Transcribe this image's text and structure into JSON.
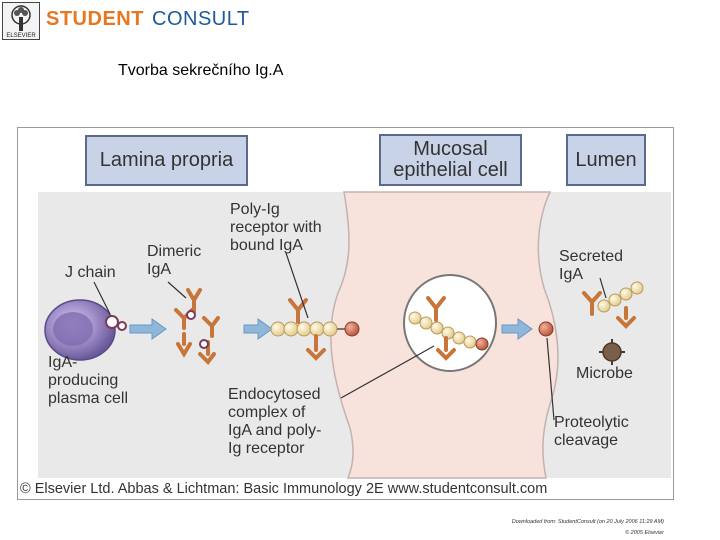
{
  "logo": {
    "publisher": "ELSEVIER",
    "brand_part1": "STUDENT",
    "brand_part2": "CONSULT"
  },
  "slide": {
    "title": "Tvorba sekrečního Ig.A"
  },
  "figure": {
    "headers": {
      "lamina_propria": "Lamina propria",
      "mucosal_cell": "Mucosal\nepithelial cell",
      "lumen": "Lumen"
    },
    "labels": {
      "j_chain": "J chain",
      "dimeric_iga": "Dimeric\nIgA",
      "poly_ig_receptor": "Poly-Ig\nreceptor with\nbound IgA",
      "plasma_cell": "IgA-\nproducing\nplasma cell",
      "endocytosed": "Endocytosed\ncomplex of\nIgA and poly-\nIg receptor",
      "secreted_iga": "Secreted\nIgA",
      "microbe": "Microbe",
      "proteolytic": "Proteolytic\ncleavage"
    },
    "copyright": "© Elsevier Ltd. Abbas & Lichtman: Basic Immunology 2E www.studentconsult.com",
    "colors": {
      "header_fill": "#c9d3e8",
      "epithelial_fill": "#f8e2dc",
      "iga": "#c8753a",
      "receptor_bead": "#f0e0a8",
      "plasma_cell": "#8c7bb4",
      "arrow": "#8fb7dc"
    }
  },
  "footer": {
    "downloaded": "Downloaded from: StudentConsult (on 20 July 2006 11:29 AM)",
    "copyright": "© 2005 Elsevier"
  }
}
